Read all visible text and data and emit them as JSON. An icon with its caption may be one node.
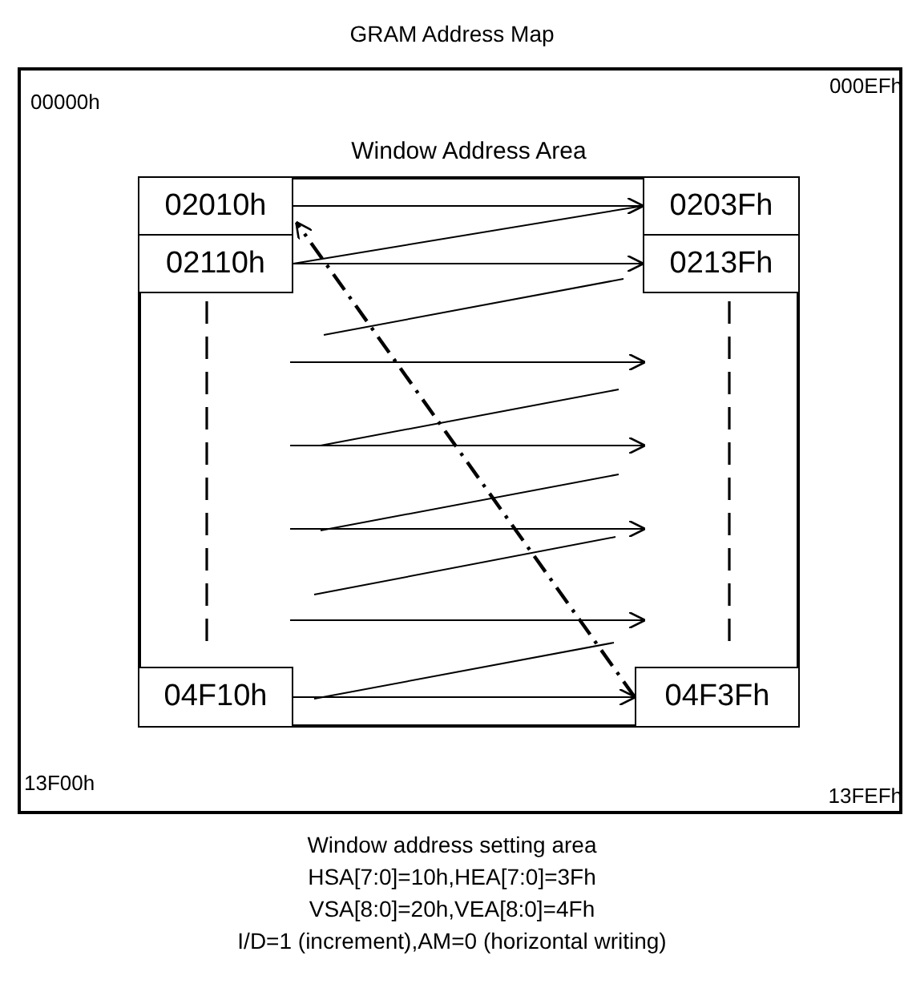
{
  "diagram": {
    "title": "GRAM Address Map",
    "nodes": [
      {
        "text": [
          "00000h",
          "000EFh",
          "13F00h",
          "13FEFh"
        ]
      },
      {
        "text": [
          "Window Address Area"
        ],
        "in": 0
      },
      {
        "text": [
          "02010h"
        ],
        "in": 1
      },
      {
        "text": [
          "0203Fh"
        ],
        "in": 1
      },
      {
        "text": [
          "02110h"
        ],
        "in": 1
      },
      {
        "text": [
          "0213Fh"
        ],
        "in": 1
      },
      {
        "text": [
          "04F10h"
        ],
        "in": 1
      },
      {
        "text": [
          "04F3Fh"
        ],
        "in": 1
      }
    ],
    "edges": [
      {
        "from": 2,
        "to": 3,
        "arrow": "to"
      },
      {
        "from": 3,
        "to": 4,
        "arrow": "none"
      },
      {
        "from": 4,
        "to": 5,
        "arrow": "to"
      },
      {
        "from": 6,
        "to": 7,
        "arrow": "to"
      },
      {
        "from": 7,
        "to": 2,
        "arrow": "to",
        "style": "dashed"
      }
    ],
    "caption": "Window address setting area",
    "labels": [
      "HSA[7:0]=10h,HEA[7:0]=3Fh",
      "VSA[8:0]=20h,VEA[8:0]=4Fh",
      "I/D=1 (increment),AM=0 (horizontal writing)"
    ]
  }
}
